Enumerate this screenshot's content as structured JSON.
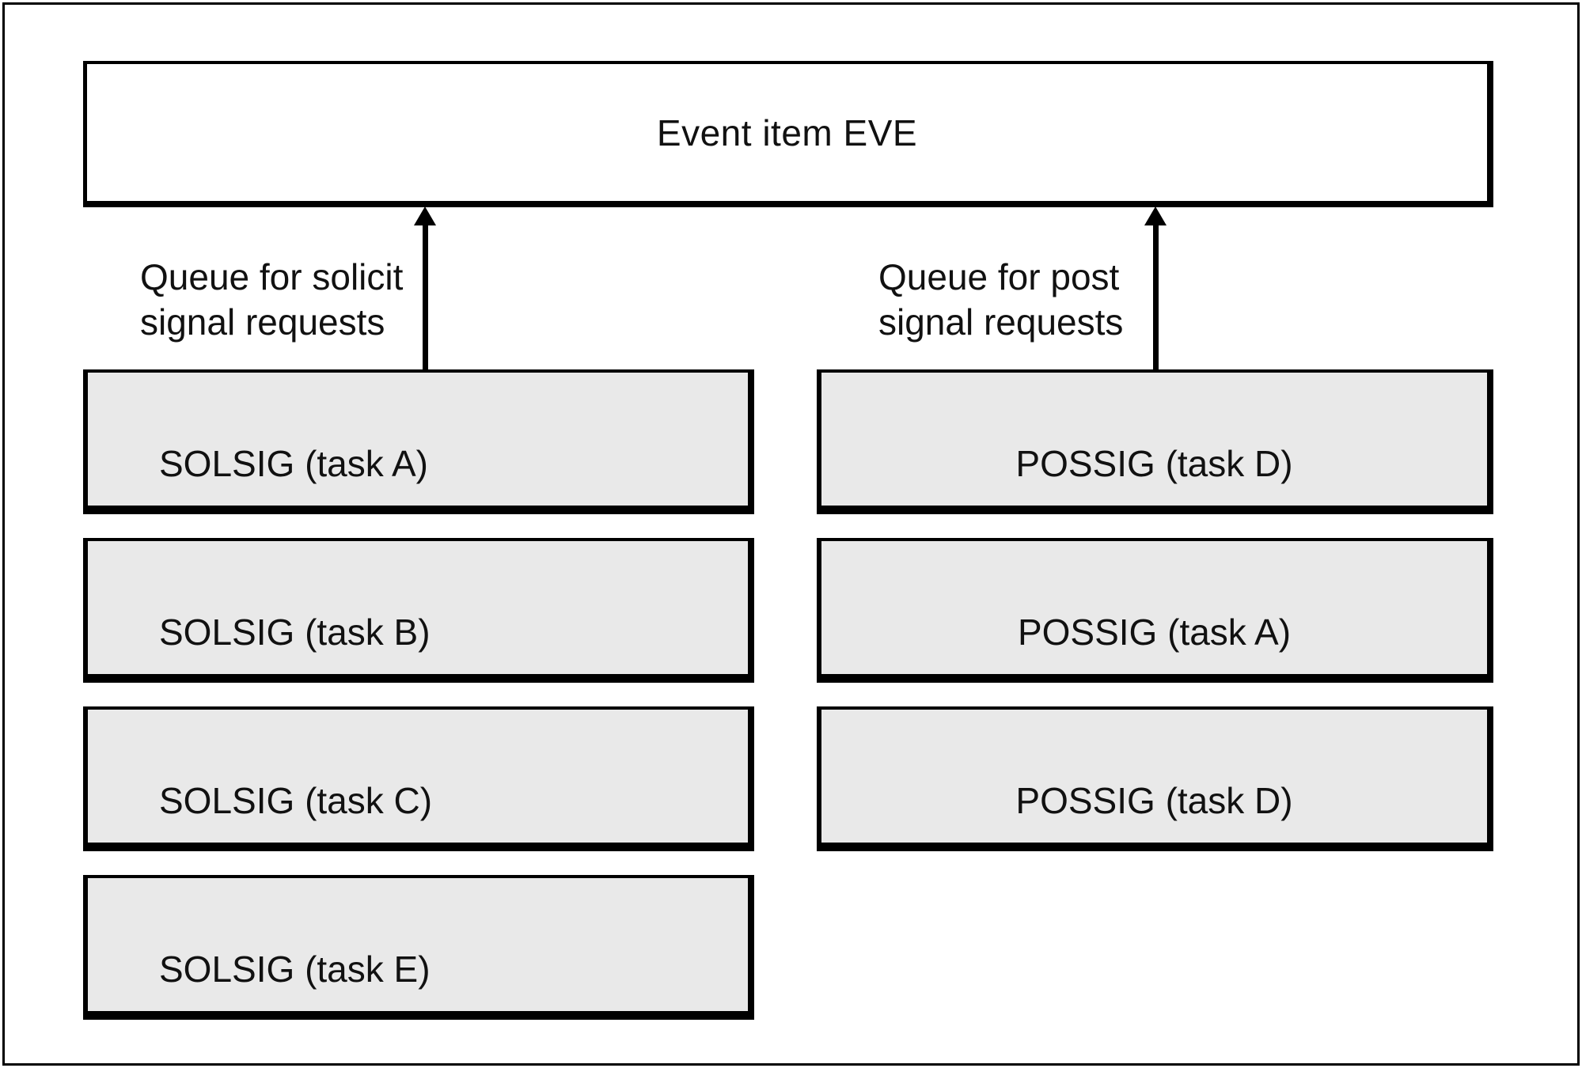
{
  "diagram": {
    "event_box": {
      "label": "Event item EVE"
    },
    "left_queue": {
      "label_line1": "Queue for solicit",
      "label_line2": "signal requests",
      "items": [
        "SOLSIG (task A)",
        "SOLSIG (task B)",
        "SOLSIG (task C)",
        "SOLSIG (task E)"
      ]
    },
    "right_queue": {
      "label_line1": "Queue for post",
      "label_line2": "signal requests",
      "items": [
        "POSSIG (task D)",
        "POSSIG (task A)",
        "POSSIG (task D)"
      ]
    },
    "colors": {
      "background": "#ffffff",
      "box_fill": "#e9e9e9",
      "border": "#000000",
      "text": "#111111"
    }
  }
}
